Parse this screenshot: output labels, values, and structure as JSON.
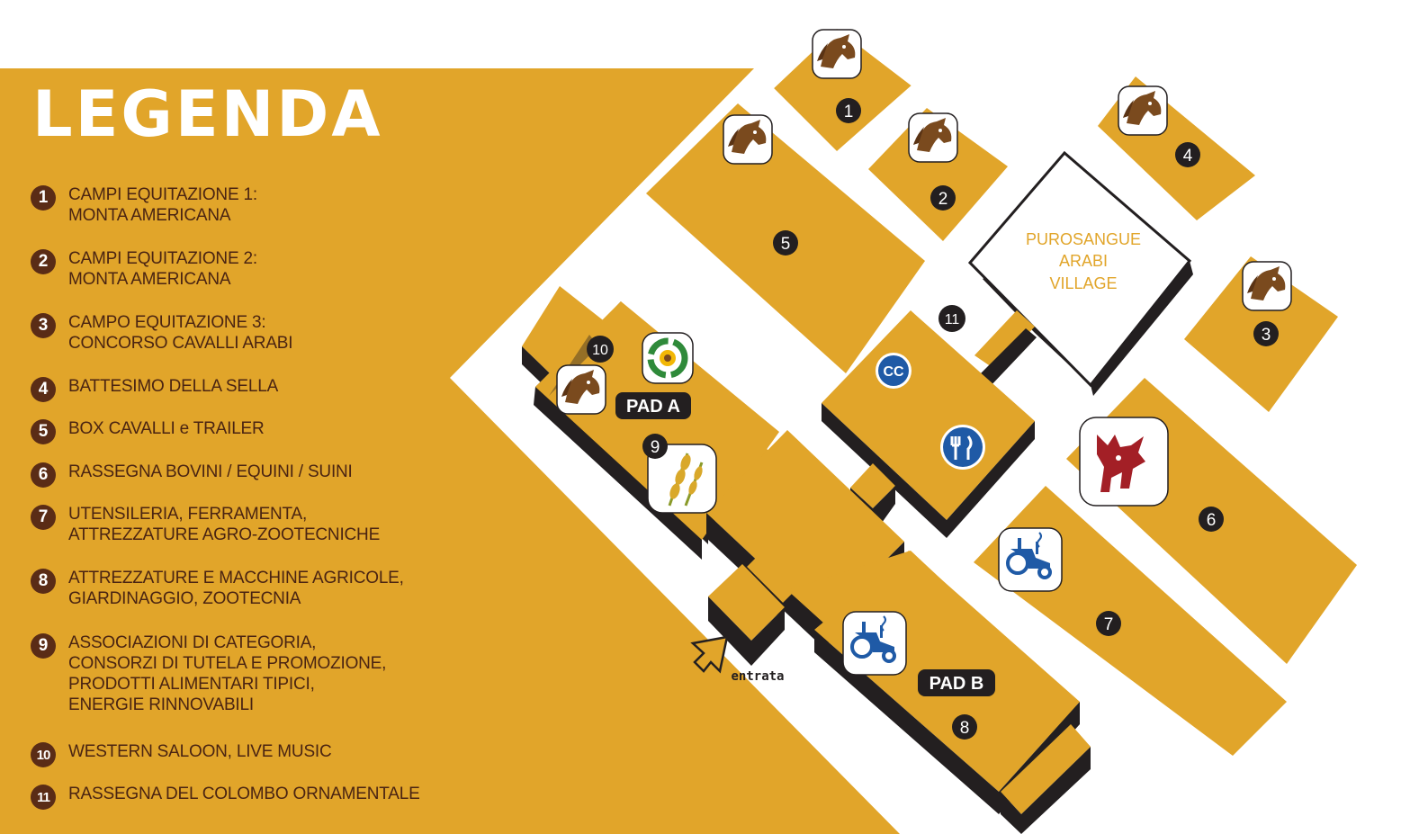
{
  "legend": {
    "title": "LEGENDA",
    "items": [
      {
        "num": "1",
        "text": "CAMPI EQUITAZIONE 1:\nMONTA AMERICANA"
      },
      {
        "num": "2",
        "text": "CAMPI EQUITAZIONE 2:\nMONTA AMERICANA"
      },
      {
        "num": "3",
        "text": "CAMPO EQUITAZIONE 3:\nCONCORSO CAVALLI ARABI"
      },
      {
        "num": "4",
        "text": "BATTESIMO DELLA SELLA"
      },
      {
        "num": "5",
        "text": "BOX CAVALLI e TRAILER"
      },
      {
        "num": "6",
        "text": "RASSEGNA BOVINI / EQUINI / SUINI"
      },
      {
        "num": "7",
        "text": "UTENSILERIA, FERRAMENTA,\nATTREZZATURE AGRO-ZOOTECNICHE"
      },
      {
        "num": "8",
        "text": "ATTREZZATURE E MACCHINE AGRICOLE,\nGIARDINAGGIO, ZOOTECNIA"
      },
      {
        "num": "9",
        "text": "ASSOCIAZIONI DI CATEGORIA,\nCONSORZI DI TUTELA E PROMOZIONE,\nPRODOTTI ALIMENTARI TIPICI,\nENERGIE RINNOVABILI"
      },
      {
        "num": "10",
        "text": "WESTERN SALOON, LIVE MUSIC"
      },
      {
        "num": "11",
        "text": "RASSEGNA DEL COLOMBO ORNAMENTALE"
      }
    ]
  },
  "map": {
    "pad_a_label": "PAD A",
    "pad_b_label": "PAD B",
    "arabi_label_lines": [
      "PUROSANGUE",
      "ARABI",
      "VILLAGE"
    ],
    "entrance_label": "entrata",
    "area_numbers": [
      "1",
      "2",
      "3",
      "4",
      "5",
      "6",
      "7",
      "8",
      "9",
      "10",
      "11"
    ]
  },
  "colors": {
    "accent": "#e1a52a",
    "dark": "#231f20",
    "legend_number": "#5a2c16",
    "legend_text": "#4a2412",
    "arabi_text": "#e1a52a",
    "icon_blue": "#1f5aa6",
    "icon_red": "#a31f26",
    "icon_green": "#2f8a3a"
  }
}
